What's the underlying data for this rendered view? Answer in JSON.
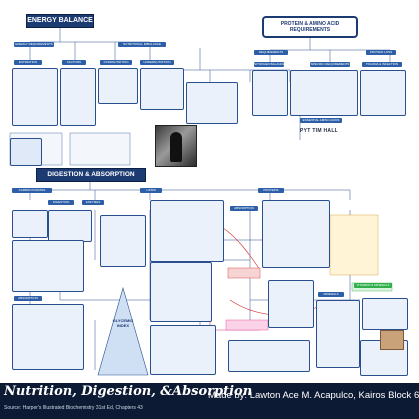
{
  "sections": {
    "energy_balance": "ENERGY BALANCE",
    "protein_title": "PROTEIN & AMINO ACID REQUIREMENTS",
    "digestion_title": "DIGESTION & ABSORPTION",
    "energy_requirements": "ENERGY REQUIREMENTS",
    "nutritional_imbalance": "NUTRITIONAL IMBALANCE",
    "requirements": "REQUIREMENTS",
    "protein_loss": "PROTEIN LOSS",
    "carbohydrates": "CARBOHYDRATES",
    "lipids": "LIPIDS",
    "proteins": "PROTEINS",
    "absorption": "ABSORPTION",
    "vitamins_minerals": "VITAMINS & MINERALS",
    "glycemic_index": "GLYCEMIC INDEX",
    "overnutrition": "OVERNUTRITION",
    "undernutrition": "UNDERNUTRITION",
    "nitrogen_balance": "NITROGEN BALANCE",
    "essential_aa": "ESSENTIAL AMINO ACIDS",
    "specific_requirements": "SPECIFIC REQUIREMENTS",
    "trauma_infection": "TRAUMA & INFECTION",
    "estimation": "ESTIMATION",
    "factors": "FACTORS",
    "digestion": "DIGESTION",
    "enzymes": "ENZYMES",
    "minerals": "MINERALS"
  },
  "credit_name": "PYT TIM HALL",
  "footer": {
    "title": "Nutrition, Digestion, &Absorption",
    "source": "Source: Harper's Illustrated Biochemistry 31st Ed, Chapters 43",
    "credit": "Made by: Lawton Ace M. Acapulco, Kairos Block 6"
  },
  "colors": {
    "navy": "#1d3b73",
    "box_fill": "#eaf1fb",
    "accent_red": "#d62a2a",
    "accent_pink": "#e0368c",
    "accent_green": "#2fae4a",
    "footer_bg": "#0c1a33"
  }
}
